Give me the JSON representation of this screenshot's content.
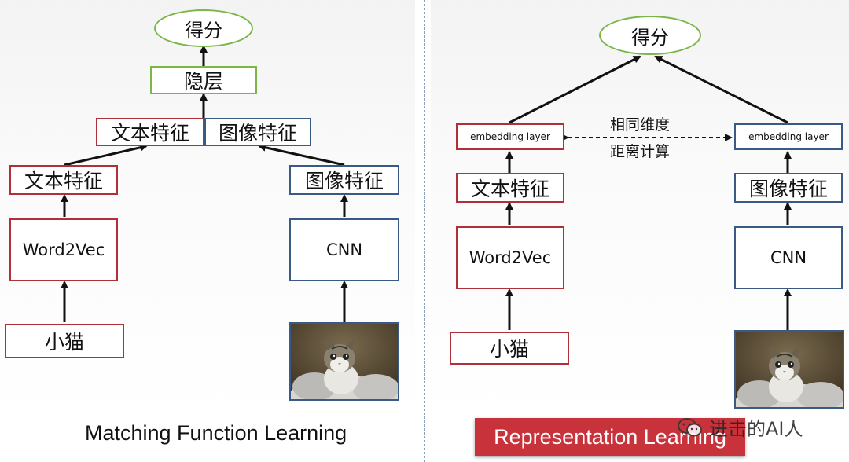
{
  "left": {
    "score": "得分",
    "hidden": "隐层",
    "concat_text": "文本特征",
    "concat_image": "图像特征",
    "text_feature": "文本特征",
    "image_feature": "图像特征",
    "word2vec": "Word2Vec",
    "cnn": "CNN",
    "input_text": "小猫",
    "caption": "Matching Function Learning"
  },
  "right": {
    "score": "得分",
    "embedding_left": "embedding layer",
    "embedding_right": "embedding layer",
    "distance_line1": "相同维度",
    "distance_line2": "距离计算",
    "text_feature": "文本特征",
    "image_feature": "图像特征",
    "word2vec": "Word2Vec",
    "cnn": "CNN",
    "input_text": "小猫",
    "caption": "Representation Learning"
  },
  "watermark": {
    "text": "进击的AI人",
    "icon": "wechat-icon"
  },
  "colors": {
    "text_branch": "#b0303a",
    "image_branch": "#3a5a86",
    "output": "#7ab648",
    "caption_bg": "#c8323a"
  }
}
